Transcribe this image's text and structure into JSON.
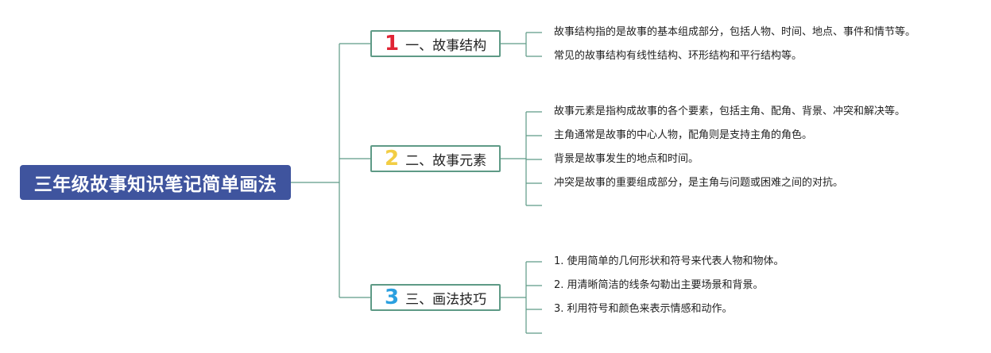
{
  "root": {
    "title": "三年级故事知识笔记简单画法"
  },
  "branches": [
    {
      "number": "1",
      "number_color": "#e02434",
      "label": "一、故事结构",
      "leaves": [
        "故事结构指的是故事的基本组成部分，包括人物、时间、地点、事件和情节等。",
        "常见的故事结构有线性结构、环形结构和平行结构等。"
      ]
    },
    {
      "number": "2",
      "number_color": "#f2cd44",
      "label": "二、故事元素",
      "leaves": [
        "故事元素是指构成故事的各个要素，包括主角、配角、背景、冲突和解决等。",
        "主角通常是故事的中心人物，配角则是支持主角的角色。",
        "背景是故事发生的地点和时间。",
        "冲突是故事的重要组成部分，是主角与问题或困难之间的对抗。",
        ""
      ]
    },
    {
      "number": "3",
      "number_color": "#2ba0e0",
      "label": "三、画法技巧",
      "leaves": [
        "1. 使用简单的几何形状和符号来代表人物和物体。",
        "2. 用清晰简洁的线条勾勒出主要场景和背景。",
        "3. 利用符号和颜色来表示情感和动作。",
        ""
      ]
    }
  ],
  "colors": {
    "root_bg": "#3f549e",
    "connector": "#5e9a86"
  }
}
